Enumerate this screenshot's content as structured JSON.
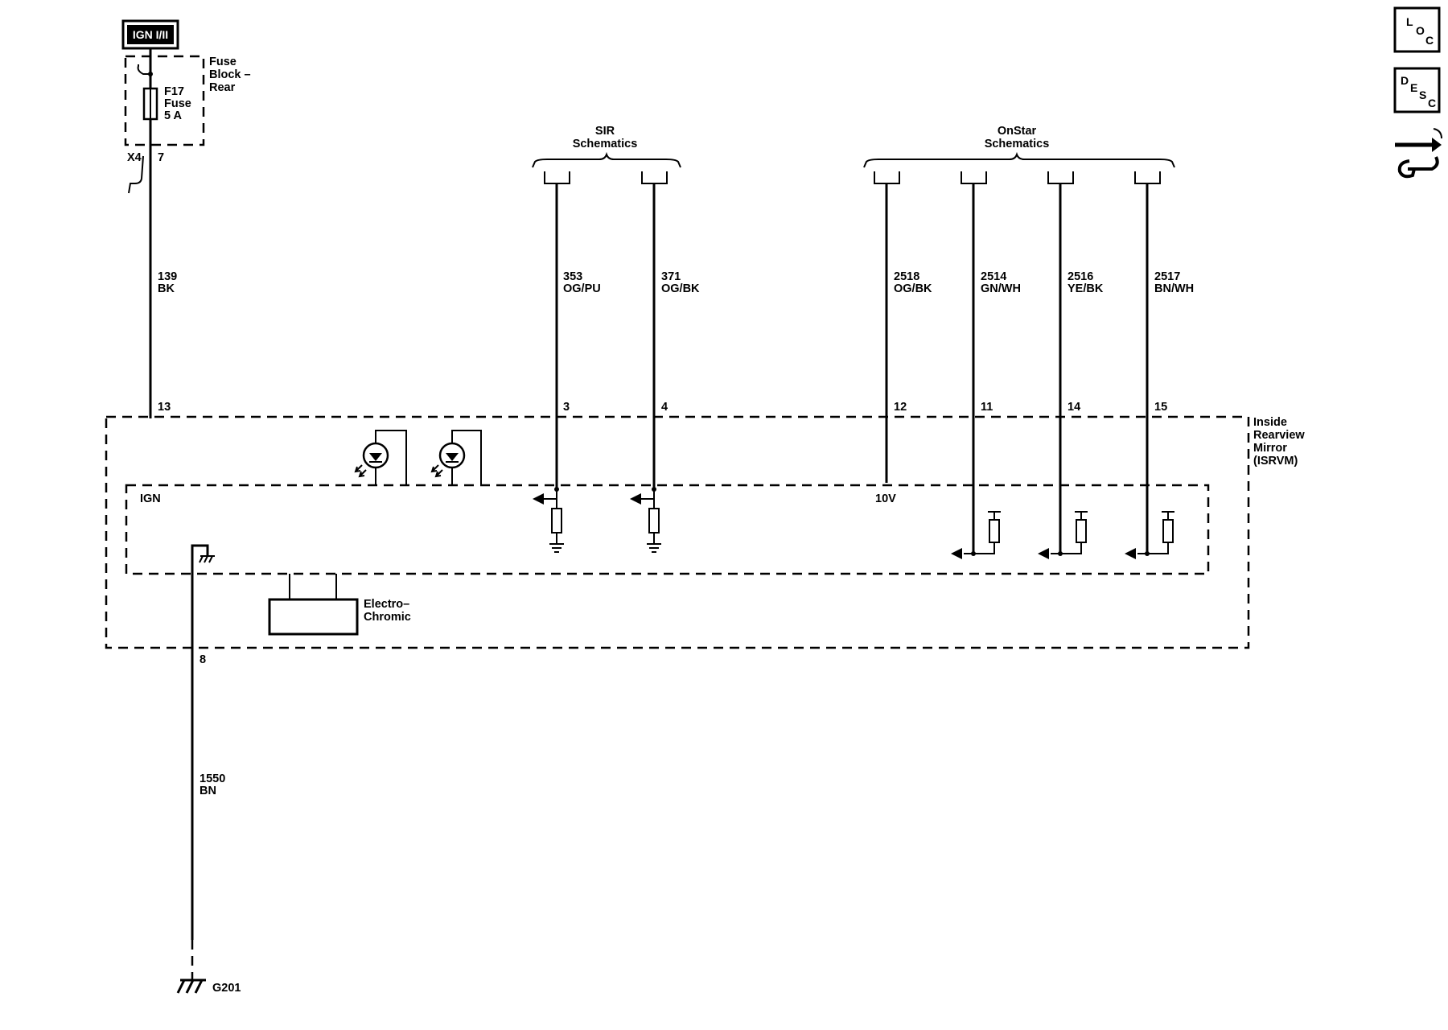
{
  "power": {
    "source_label": "IGN I/II",
    "fuse_block": [
      "Fuse",
      "Block –",
      "Rear"
    ],
    "fuse": [
      "F17",
      "Fuse",
      "5 A"
    ],
    "connector": "X4",
    "connector_pin": "7"
  },
  "groups": {
    "sir": [
      "SIR",
      "Schematics"
    ],
    "onstar": [
      "OnStar",
      "Schematics"
    ]
  },
  "wires": [
    {
      "id": "ign",
      "circuit": "139",
      "color": "BK",
      "pin": "13"
    },
    {
      "id": "sir-3",
      "circuit": "353",
      "color": "OG/PU",
      "pin": "3"
    },
    {
      "id": "sir-4",
      "circuit": "371",
      "color": "OG/BK",
      "pin": "4"
    },
    {
      "id": "onstar-12",
      "circuit": "2518",
      "color": "OG/BK",
      "pin": "12"
    },
    {
      "id": "onstar-11",
      "circuit": "2514",
      "color": "GN/WH",
      "pin": "11"
    },
    {
      "id": "onstar-14",
      "circuit": "2516",
      "color": "YE/BK",
      "pin": "14"
    },
    {
      "id": "onstar-15",
      "circuit": "2517",
      "color": "BN/WH",
      "pin": "15"
    }
  ],
  "module": {
    "name": [
      "Inside",
      "Rearview",
      "Mirror",
      "(ISRVM)"
    ],
    "ign_label": "IGN",
    "ref_label": "10V",
    "electrochromic": [
      "Electro–",
      "Chromic"
    ]
  },
  "ground": {
    "pin": "8",
    "circuit": "1550",
    "color": "BN",
    "label": "G201"
  },
  "nav": {
    "loc": [
      "L",
      "O",
      "C"
    ],
    "desc": [
      "D",
      "E",
      "S",
      "C"
    ]
  }
}
